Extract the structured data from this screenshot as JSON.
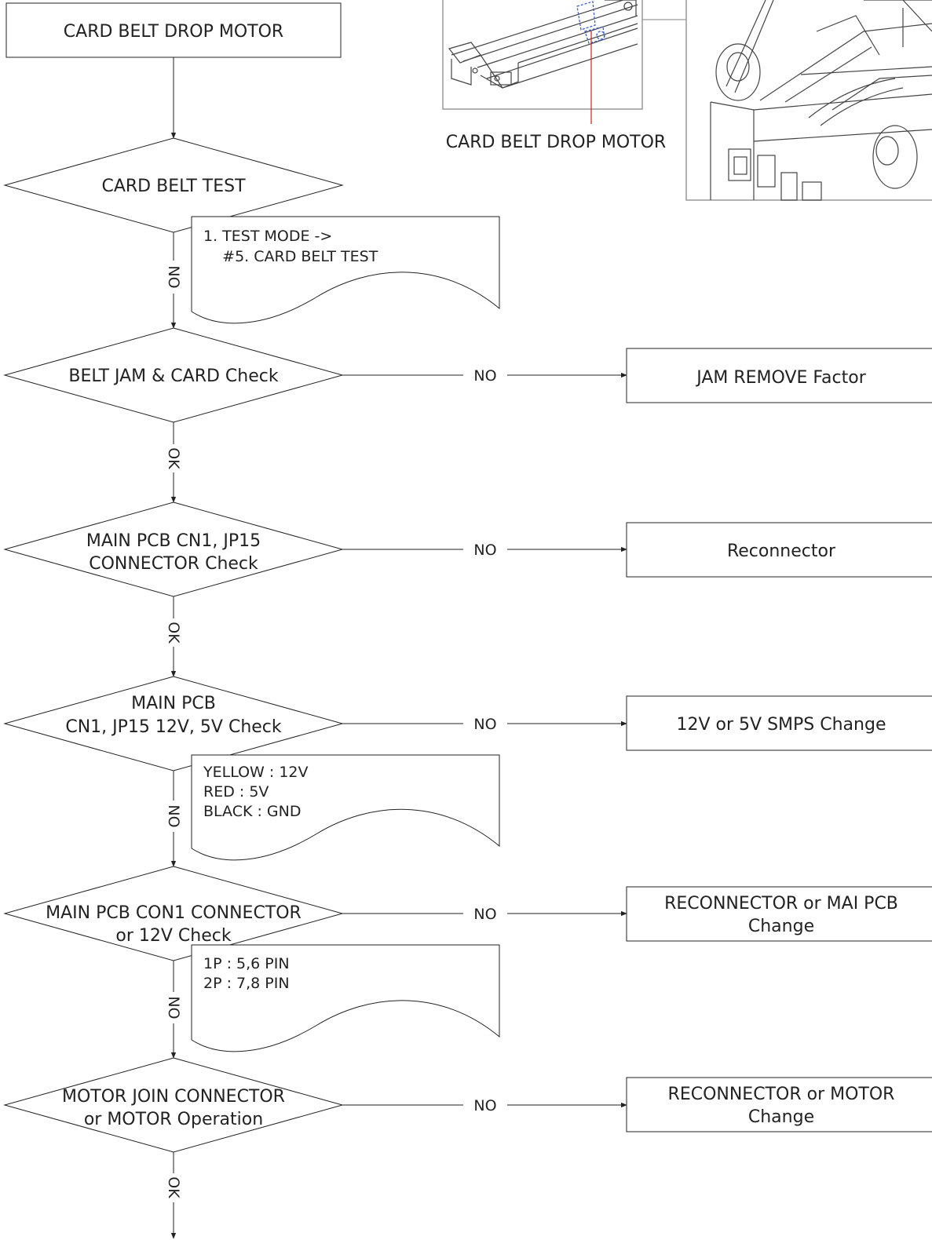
{
  "nodes": {
    "start": "CARD BELT DROP MOTOR",
    "d1": "CARD BELT TEST",
    "d2": "BELT JAM & CARD Check",
    "d3": [
      "MAIN PCB CN1, JP15",
      "CONNECTOR Check"
    ],
    "d4": [
      "MAIN PCB",
      "CN1, JP15 12V, 5V Check"
    ],
    "d5": [
      "MAIN PCB CON1 CONNECTOR",
      "or 12V Check"
    ],
    "d6": [
      "MOTOR JOIN CONNECTOR",
      "or MOTOR Operation"
    ]
  },
  "actions": {
    "a2": "JAM REMOVE Factor",
    "a3": "Reconnector",
    "a4": "12V or 5V SMPS Change",
    "a5": [
      "RECONNECTOR or MAI PCB",
      "Change"
    ],
    "a6": [
      "RECONNECTOR or MOTOR",
      "Change"
    ]
  },
  "edges": {
    "d1_down": "NO",
    "d2_right": "NO",
    "d2_down": "OK",
    "d3_right": "NO",
    "d3_down": "OK",
    "d4_right": "NO",
    "d4_down": "NO",
    "d5_right": "NO",
    "d5_down": "NO",
    "d6_right": "NO",
    "d6_down": "OK"
  },
  "notes": {
    "n1": [
      "1. TEST  MODE ->",
      "    #5. CARD BELT TEST"
    ],
    "n2": [
      "YELLOW : 12V",
      "RED : 5V",
      "BLACK : GND"
    ],
    "n3": [
      "1P : 5,6 PIN",
      "2P : 7,8 PIN"
    ]
  },
  "figure_label": "CARD BELT DROP MOTOR",
  "colors": {
    "ink": "#222222",
    "highlight_motor": "#3b5cc4",
    "callout_line": "#cc2222",
    "panel_border": "#999999"
  }
}
